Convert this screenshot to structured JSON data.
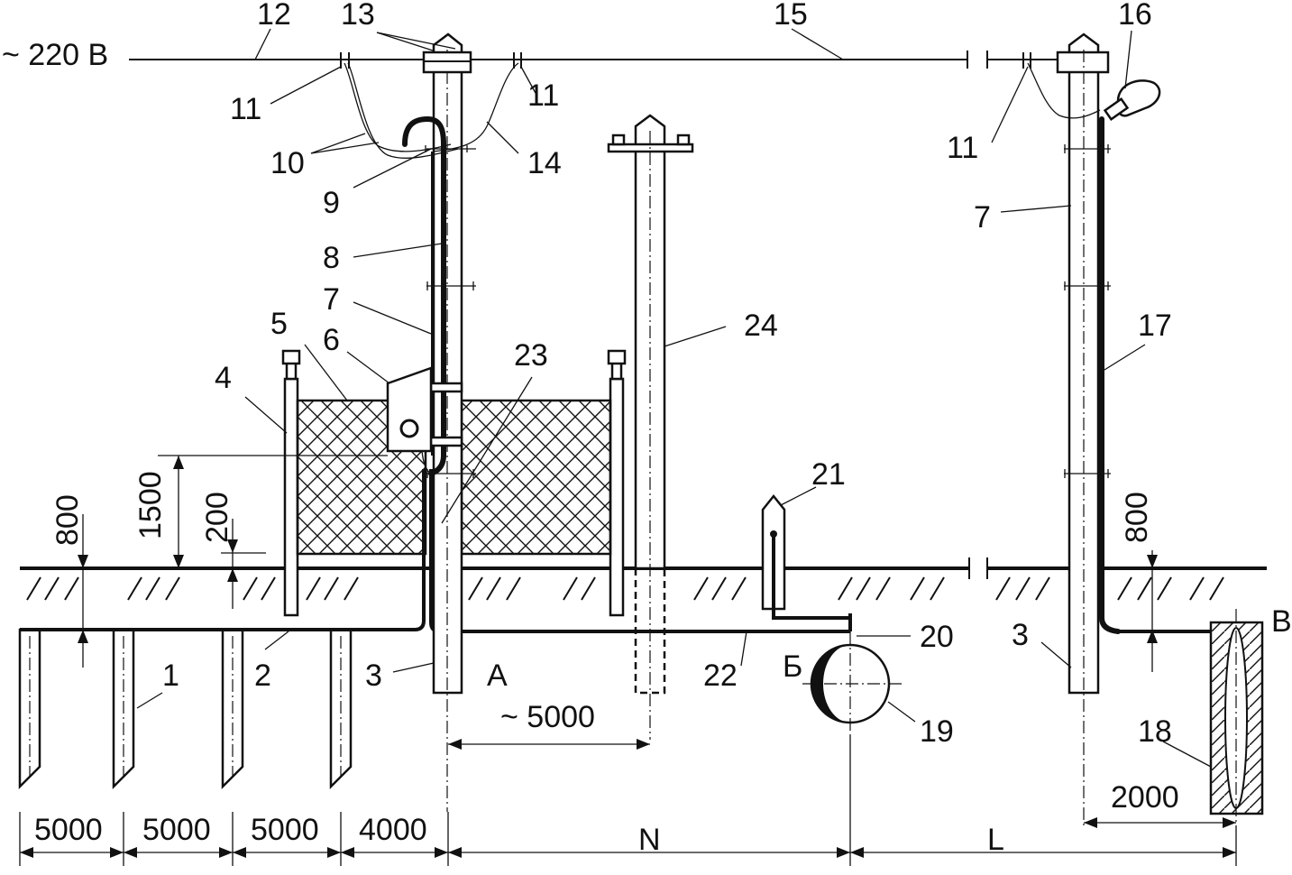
{
  "diagram": {
    "voltage_label": "~ 220 В",
    "callouts": [
      "1",
      "2",
      "3",
      "3",
      "4",
      "5",
      "6",
      "7",
      "7",
      "8",
      "9",
      "10",
      "11",
      "11",
      "11",
      "12",
      "13",
      "14",
      "15",
      "16",
      "17",
      "18",
      "19",
      "20",
      "21",
      "22",
      "23",
      "24"
    ],
    "letters": {
      "a": "А",
      "b": "Б",
      "v": "В"
    },
    "dimensions": {
      "d800_left": "800",
      "d1500": "1500",
      "d200": "200",
      "d5000_pole": "~ 5000",
      "d800_right": "800",
      "d2000": "2000",
      "bottom": [
        "5000",
        "5000",
        "5000",
        "4000",
        "N",
        "L"
      ]
    }
  }
}
